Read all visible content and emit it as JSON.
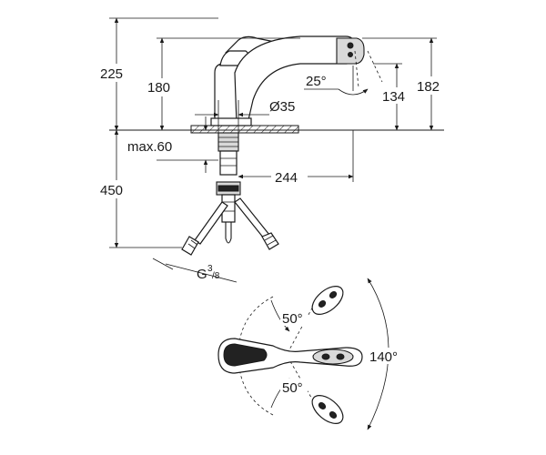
{
  "labels": {
    "height_total": "225",
    "height_spout": "180",
    "height_outlet": "182",
    "height_pullout": "134",
    "angle_pullout": "25°",
    "hole_diameter": "Ø35",
    "max_thickness": "max.60",
    "reach": "244",
    "hose_length": "450",
    "thread_prefix": "G",
    "thread_num": "3",
    "thread_den": "/8",
    "angle_lever_top": "50°",
    "angle_lever_bottom": "50°",
    "angle_swivel": "140°"
  }
}
